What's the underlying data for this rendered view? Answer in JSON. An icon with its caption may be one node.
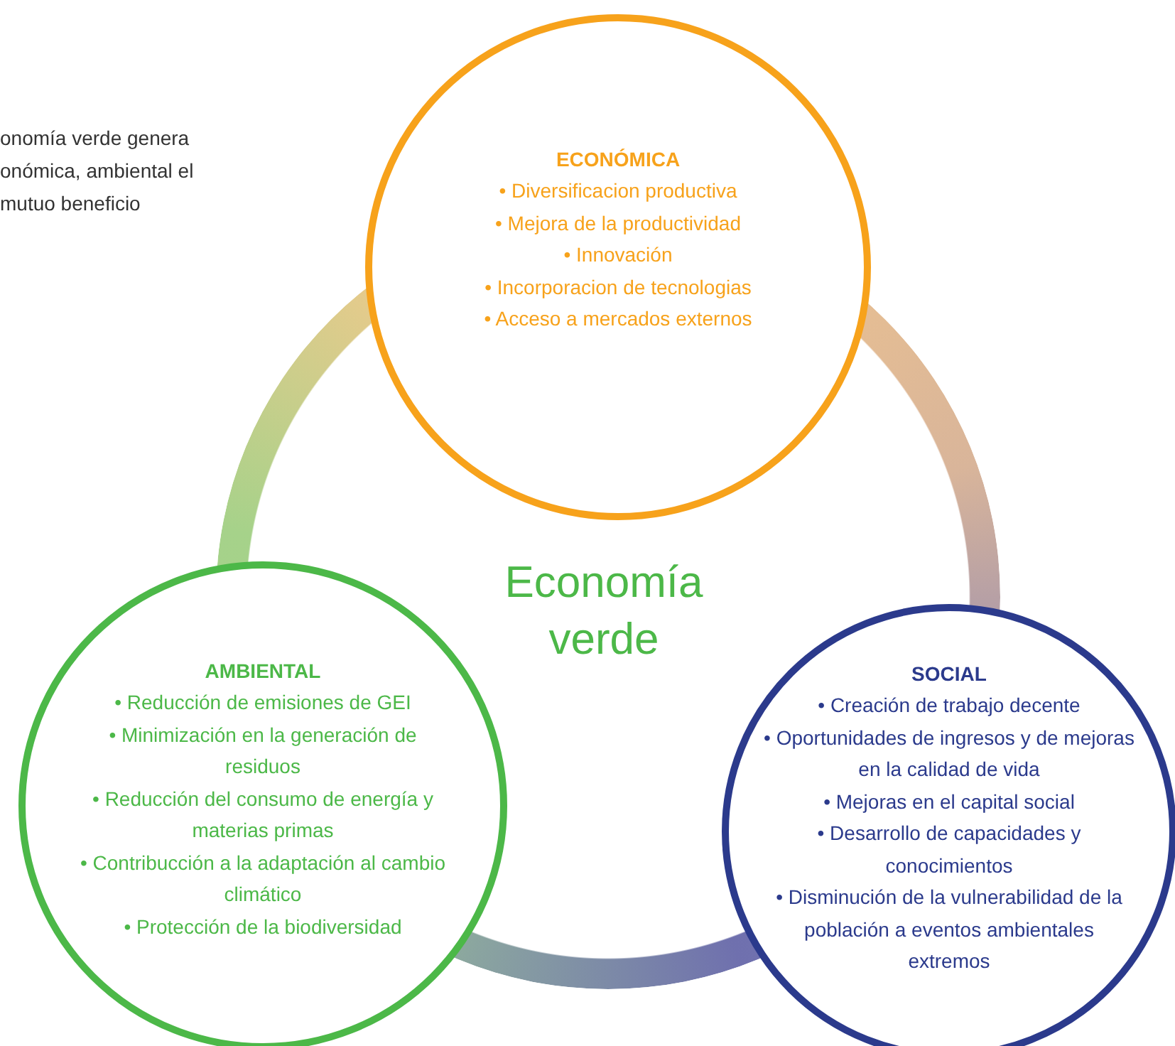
{
  "diagram": {
    "nodes": [
      {
        "text": [
          "Economía verde"
        ]
      },
      {
        "text": [
          "ECONÓMICA",
          "• Diversificacion productiva",
          "• Mejora de la productividad",
          "• Innovación",
          "• Incorporacion de tecnologias",
          "• Acceso a mercados externos"
        ]
      },
      {
        "text": [
          "AMBIENTAL",
          "• Reducción de emisiones de GEI",
          "• Minimización en la generación de residuos",
          "• Reducción del consumo de energía y materias primas",
          "• Contribucción a la adaptación al cambio climático",
          "• Protección de la biodiversidad"
        ]
      },
      {
        "text": [
          "SOCIAL",
          "• Creación de trabajo decente",
          "• Oportunidades de ingresos y de mejoras en la calidad de vida",
          "• Mejoras en el capital social",
          "• Desarrollo de capacidades y conocimientos",
          "• Disminución de la vulnerabilidad de la población a eventos ambientales extremos"
        ]
      }
    ],
    "labels": [
      "onomía verde genera onómica, ambiental el mutuo beneficio"
    ]
  }
}
